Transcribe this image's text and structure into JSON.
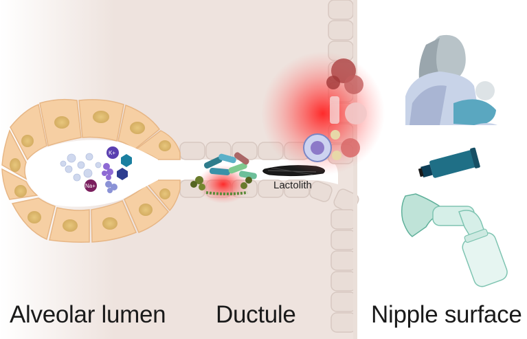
{
  "labels": {
    "alveolar_lumen": "Alveolar lumen",
    "ductule": "Ductule",
    "nipple_surface": "Nipple surface",
    "lactolith": "Lactolith"
  },
  "ions": {
    "potassium": "K+",
    "sodium": "Na+"
  },
  "icons": [
    "breastfeeding-mother-icon",
    "nipple-cream-tube-icon",
    "breast-pump-icon"
  ],
  "colors": {
    "epithelial_cell": "#f6cfa3",
    "nucleus": "#e0bb72",
    "tissue_background": "#eee3de",
    "inflammation": "#ff2a2a",
    "lactolith": "#1a1a1a",
    "tube_teal": "#1f6f86",
    "pump_green": "#bfe3d8"
  }
}
